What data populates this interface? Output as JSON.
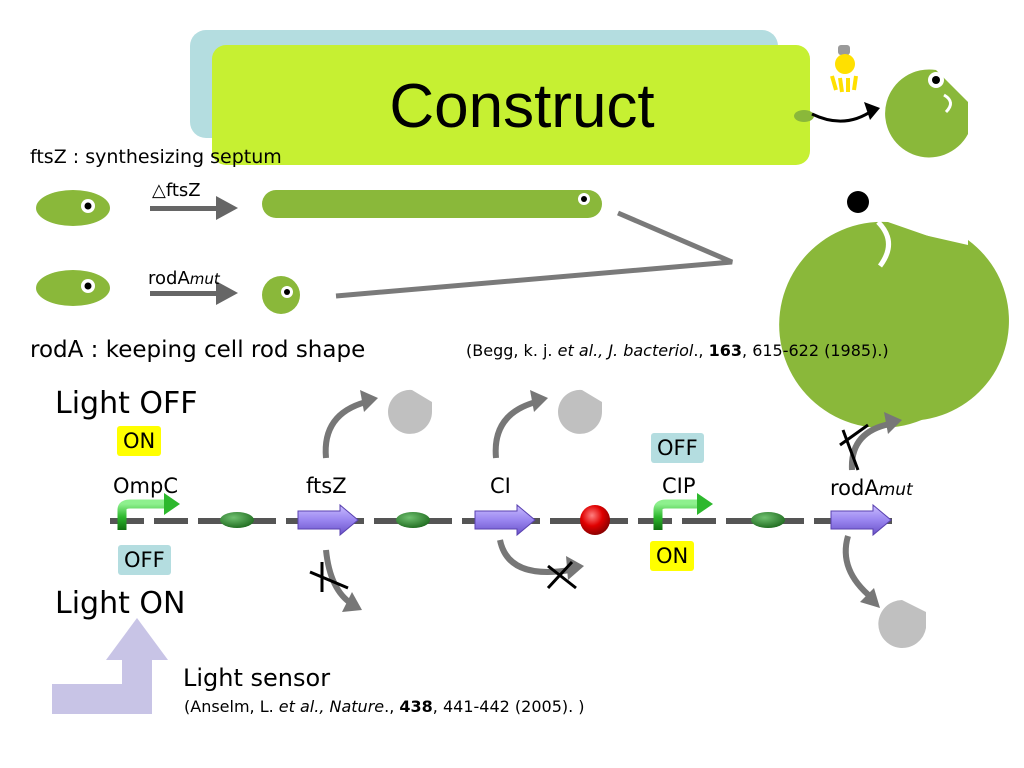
{
  "slide": {
    "title": "Construct",
    "ftsz_desc": "ftsZ : synthesizing septum",
    "rodA_desc": "rodA : keeping cell rod shape",
    "arrow_label_ftsz": "△ftsZ",
    "arrow_label_rodA_main": "rodA",
    "arrow_label_rodA_sub": "mut",
    "ref1": {
      "prefix": "(Begg, k. j. ",
      "italic1": "et al., J. bacteriol",
      "mid": "., ",
      "bold": "163",
      "suffix": ", 615-622 (1985).)"
    }
  },
  "circuit": {
    "light_off": "Light  OFF",
    "light_on": "Light  ON",
    "badges": {
      "ompc_top": "ON",
      "ompc_bottom": "OFF",
      "cip_top": "OFF",
      "cip_bottom": "ON"
    },
    "genes": {
      "ompc": "OmpC",
      "ftsz": "ftsZ",
      "ci": "CI",
      "cip": "CIP",
      "roda_main": "rodA",
      "roda_sub": "mut"
    }
  },
  "sensor": {
    "label": "Light sensor",
    "ref": {
      "prefix": "(Anselm, L. ",
      "italic1": "et al., Nature",
      "mid": "., ",
      "bold": "438",
      "suffix": ", 441-442 (2005). )"
    }
  },
  "colors": {
    "title_green": "#c6f032",
    "title_blue": "#b4dde0",
    "cell_green": "#8ab83a",
    "promoter_green": "#2db82d",
    "gene_purple": "#9a86f0",
    "repressor_red": "#e00000",
    "badge_yellow": "#ffff00",
    "badge_blue": "#b4dde0",
    "pacman_grey": "#c0c0c0",
    "sensor_lavender": "#c8c4e6"
  }
}
